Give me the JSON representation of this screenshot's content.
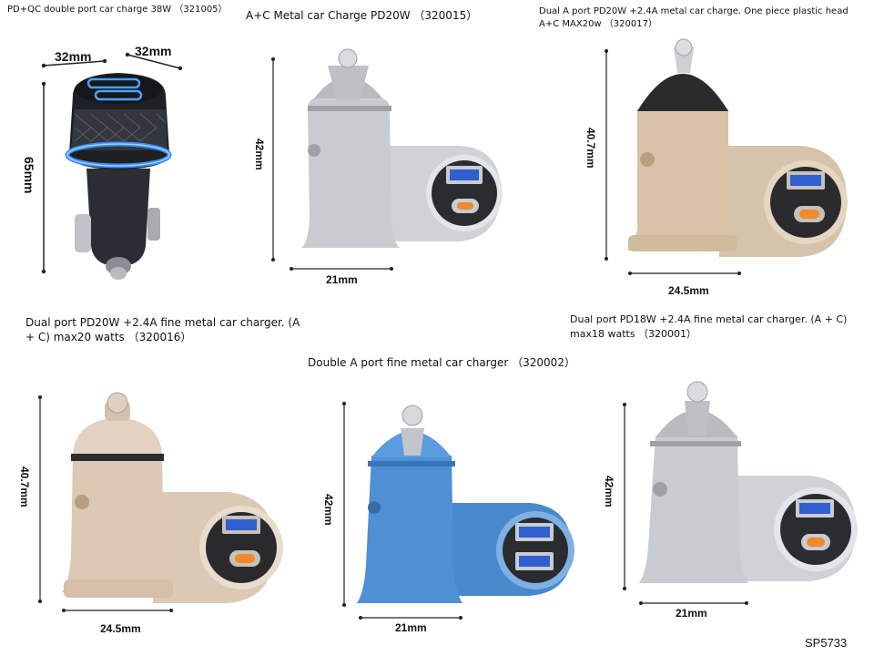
{
  "products": [
    {
      "caption": "PD+QC double port  car charge 38W （321005）",
      "dims": {
        "width_a": "32mm",
        "width_b": "32mm",
        "height": "65mm"
      },
      "colors": {
        "body": "#2a2d33",
        "ring": "#3b8cff"
      }
    },
    {
      "caption": "A+C Metal car Charge PD20W （320015）",
      "dims": {
        "height": "42mm",
        "width": "21mm"
      },
      "colors": {
        "body": "#c9ccd0"
      }
    },
    {
      "caption_line1": "Dual A port  PD20W +2.4A metal car charge. One piece plastic head",
      "caption_line2": "A+C MAX20w （320017）",
      "dims": {
        "height": "40.7mm",
        "width": "24.5mm"
      },
      "colors": {
        "body": "#d8c3a8",
        "head": "#2b2b2b"
      }
    },
    {
      "caption_line1": "Dual port PD20W +2.4A fine metal car charger. (A",
      "caption_line2": "+ C) max20 watts （320016）",
      "dims": {
        "height": "40.7mm",
        "width": "24.5mm"
      },
      "colors": {
        "body": "#ddc8b3"
      }
    },
    {
      "caption": "Double A port fine metal car charger （320002）",
      "dims": {
        "height": "42mm",
        "width": "21mm"
      },
      "colors": {
        "body": "#4f8fd4"
      }
    },
    {
      "caption_line1": "Dual port PD18W +2.4A fine metal car charger. (A + C)",
      "caption_line2": "max18 watts （320001）",
      "dims": {
        "height": "42mm",
        "width": "21mm"
      },
      "colors": {
        "body": "#c9ccd0"
      }
    }
  ],
  "footer_code": "SP5733"
}
